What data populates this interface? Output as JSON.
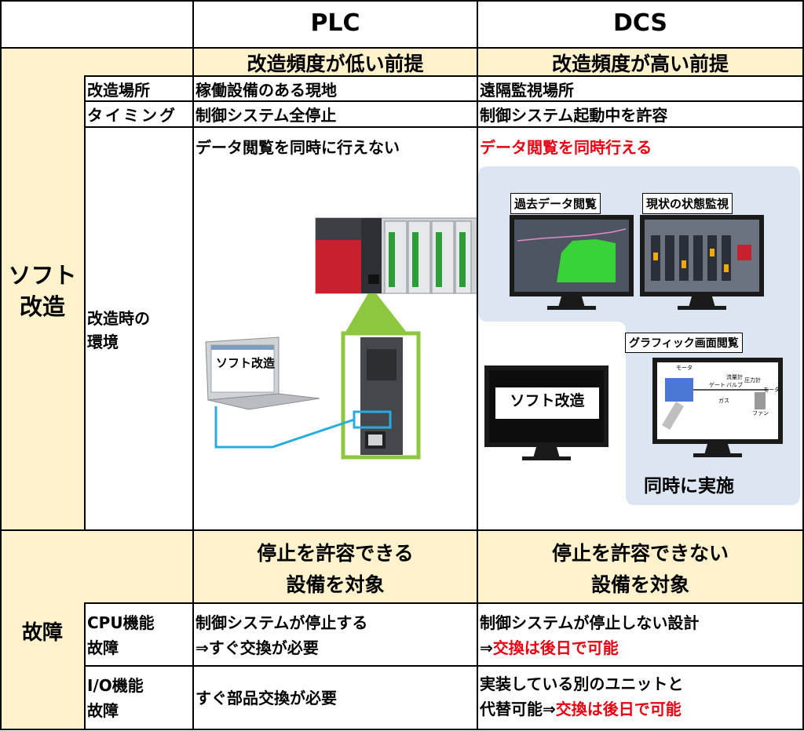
{
  "header": {
    "plc": "PLC",
    "dcs": "DCS"
  },
  "soft": {
    "category": [
      "ソフト",
      "改造"
    ],
    "plc_premise": "改造頻度が低い前提",
    "dcs_premise": "改造頻度が高い前提",
    "rows": [
      {
        "label": "改造場所",
        "plc": "稼働設備のある現地",
        "dcs": "遠隔監視場所"
      },
      {
        "label": "タイミング",
        "plc": "制御システム全停止",
        "dcs": "制御システム起動中を許容"
      }
    ],
    "env": {
      "label": [
        "改造時の",
        "環境"
      ],
      "plc_text": "データ閲覧を同時に行えない",
      "dcs_text": "データ閲覧を同時行える",
      "laptop_label": "ソフト改造",
      "monitors": {
        "history": "過去データ閲覧",
        "status": "現状の状態監視",
        "graphic": "グラフィック画面閲覧",
        "soft": "ソフト改造"
      },
      "simultaneous": "同時に実施",
      "plant_labels": [
        "モータ",
        "ゲート",
        "バルブ",
        "圧力計",
        "モータ",
        "ファン",
        "流量計",
        "ガス"
      ]
    }
  },
  "fault": {
    "category": "故障",
    "plc_premise": [
      "停止を許容できる",
      "設備を対象"
    ],
    "dcs_premise": [
      "停止を許容できない",
      "設備を対象"
    ],
    "cpu": {
      "label": [
        "CPU機能",
        "故障"
      ],
      "plc": [
        "制御システムが停止する",
        "⇒すぐ交換が必要"
      ],
      "dcs_line1": "制御システムが停止しない設計",
      "dcs_arrow": "⇒",
      "dcs_red": "交換は後日で可能"
    },
    "io": {
      "label": [
        "I/O機能",
        "故障"
      ],
      "plc": "すぐ部品交換が必要",
      "dcs_line1": "実装している別のユニットと",
      "dcs_prefix": "代替可能⇒",
      "dcs_red": "交換は後日で可能"
    }
  },
  "colors": {
    "highlight": "#fff2cc",
    "red": "#e60012",
    "cable": "#29abe2",
    "green": "#8dc63f",
    "panel": "#dce6f2"
  }
}
